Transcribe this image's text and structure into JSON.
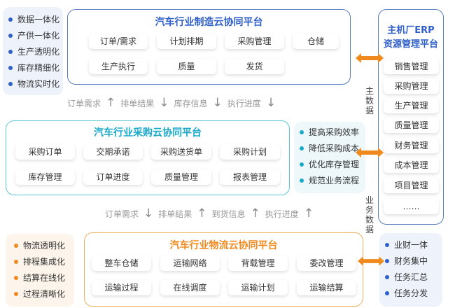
{
  "left_top_list": [
    "数据一体化",
    "产供一体化",
    "生产透明化",
    "库存精细化",
    "物流实时化"
  ],
  "manufacturing": {
    "title": "汽车行业制造云协同平台",
    "items": [
      "订单/需求",
      "计划排期",
      "采购管理",
      "仓储",
      "生产执行",
      "质量",
      "发货"
    ]
  },
  "flow_top": [
    {
      "label": "订单需求",
      "dir": "up"
    },
    {
      "label": "排单结果",
      "dir": "down"
    },
    {
      "label": "库存信息",
      "dir": "down"
    },
    {
      "label": "执行进度",
      "dir": "down"
    }
  ],
  "procurement": {
    "title": "汽车行业采购云协同平台",
    "items": [
      "采购订单",
      "交期承诺",
      "采购送货单",
      "采购计划",
      "库存管理",
      "订单进度",
      "质量管理",
      "报表管理"
    ]
  },
  "procurement_benefits": [
    "提高采购效率",
    "降低采购成本",
    "优化库存管理",
    "规范业务流程"
  ],
  "flow_bottom": [
    {
      "label": "订单需求",
      "dir": "down"
    },
    {
      "label": "排单结果",
      "dir": "up"
    },
    {
      "label": "到货信息",
      "dir": "up"
    },
    {
      "label": "执行进度",
      "dir": "up"
    }
  ],
  "logistics": {
    "title": "汽车行业物流云协同平台",
    "items": [
      "整车仓储",
      "运输网络",
      "背载管理",
      "委改管理",
      "运输过程",
      "在线调度",
      "运输计划",
      "运输结算"
    ]
  },
  "left_bottom_list": [
    "物流透明化",
    "排程集成化",
    "结算在线化",
    "过程清晰化"
  ],
  "erp": {
    "title_line1": "主机厂ERP",
    "title_line2": "资源管理平台",
    "items": [
      "销售管理",
      "采购管理",
      "生产管理",
      "质量管理",
      "财务管理",
      "成本管理",
      "项目管理",
      "……"
    ]
  },
  "master_data_label": "主数据",
  "business_data_label": "业务数据",
  "right_bottom_list": [
    "业财一体",
    "财务集中",
    "任务汇总",
    "任务分发"
  ],
  "colors": {
    "blue": "#2f5fc8",
    "cyan": "#1aa9c9",
    "orange": "#f08a1e"
  }
}
